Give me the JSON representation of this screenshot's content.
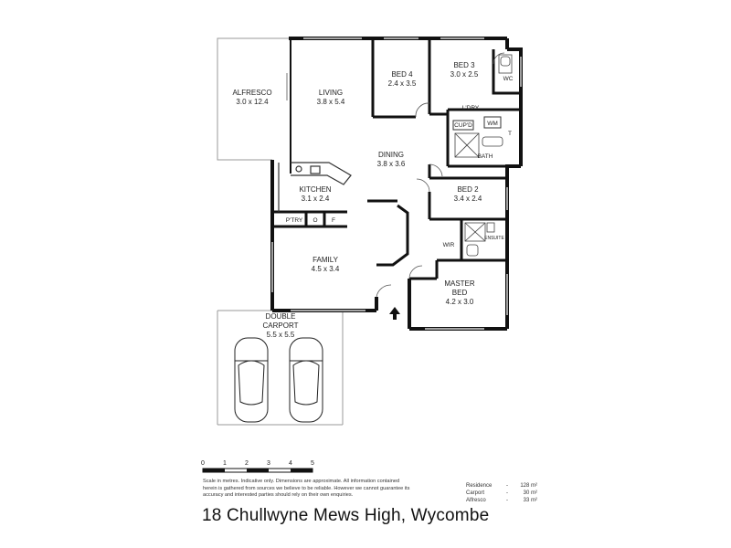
{
  "rooms": [
    {
      "id": "alfresco",
      "name": "ALFRESCO",
      "dims": "3.0 x 12.4"
    },
    {
      "id": "living",
      "name": "LIVING",
      "dims": "3.8 x 5.4"
    },
    {
      "id": "bed4",
      "name": "BED 4",
      "dims": "2.4 x 3.5"
    },
    {
      "id": "bed3",
      "name": "BED 3",
      "dims": "3.0 x 2.5"
    },
    {
      "id": "dining",
      "name": "DINING",
      "dims": "3.8 x 3.6"
    },
    {
      "id": "kitchen",
      "name": "KITCHEN",
      "dims": "3.1 x 2.4"
    },
    {
      "id": "bed2",
      "name": "BED 2",
      "dims": "3.4 x 2.4"
    },
    {
      "id": "family",
      "name": "FAMILY",
      "dims": "4.5 x 3.4"
    },
    {
      "id": "master",
      "name": "MASTER",
      "name2": "BED",
      "dims": "4.2 x 3.0"
    },
    {
      "id": "carport",
      "name": "DOUBLE",
      "name2": "CARPORT",
      "dims": "5.5 x 5.5"
    }
  ],
  "small_labels": {
    "wc": "WC",
    "laundry": "L'DRY",
    "cupboard": "CUP'D",
    "wm": "WM",
    "bath": "BATH",
    "pantry": "P'TRY",
    "o": "O",
    "f": "F",
    "wir": "WIR",
    "ensuite": "ENSUITE",
    "t": "T"
  },
  "scale": {
    "ticks": [
      "0",
      "1",
      "2",
      "3",
      "4",
      "5"
    ]
  },
  "disclaimer": [
    "Scale in metres. Indicative only. Dimensions are approximate.  All information contained",
    "herein is gathered from sources we believe to be reliable. However we cannot guarantee its",
    "accuracy and interested parties should rely on their own enquiries."
  ],
  "areas": [
    {
      "label": "Residence",
      "value": "128 m²"
    },
    {
      "label": "Carport",
      "value": "30 m²"
    },
    {
      "label": "Alfresco",
      "value": "33 m²"
    }
  ],
  "address": "18 Chullwyne Mews High, Wycombe",
  "colors": {
    "wall": "#111111",
    "thin": "#9a9a9a",
    "line": "#444444"
  }
}
